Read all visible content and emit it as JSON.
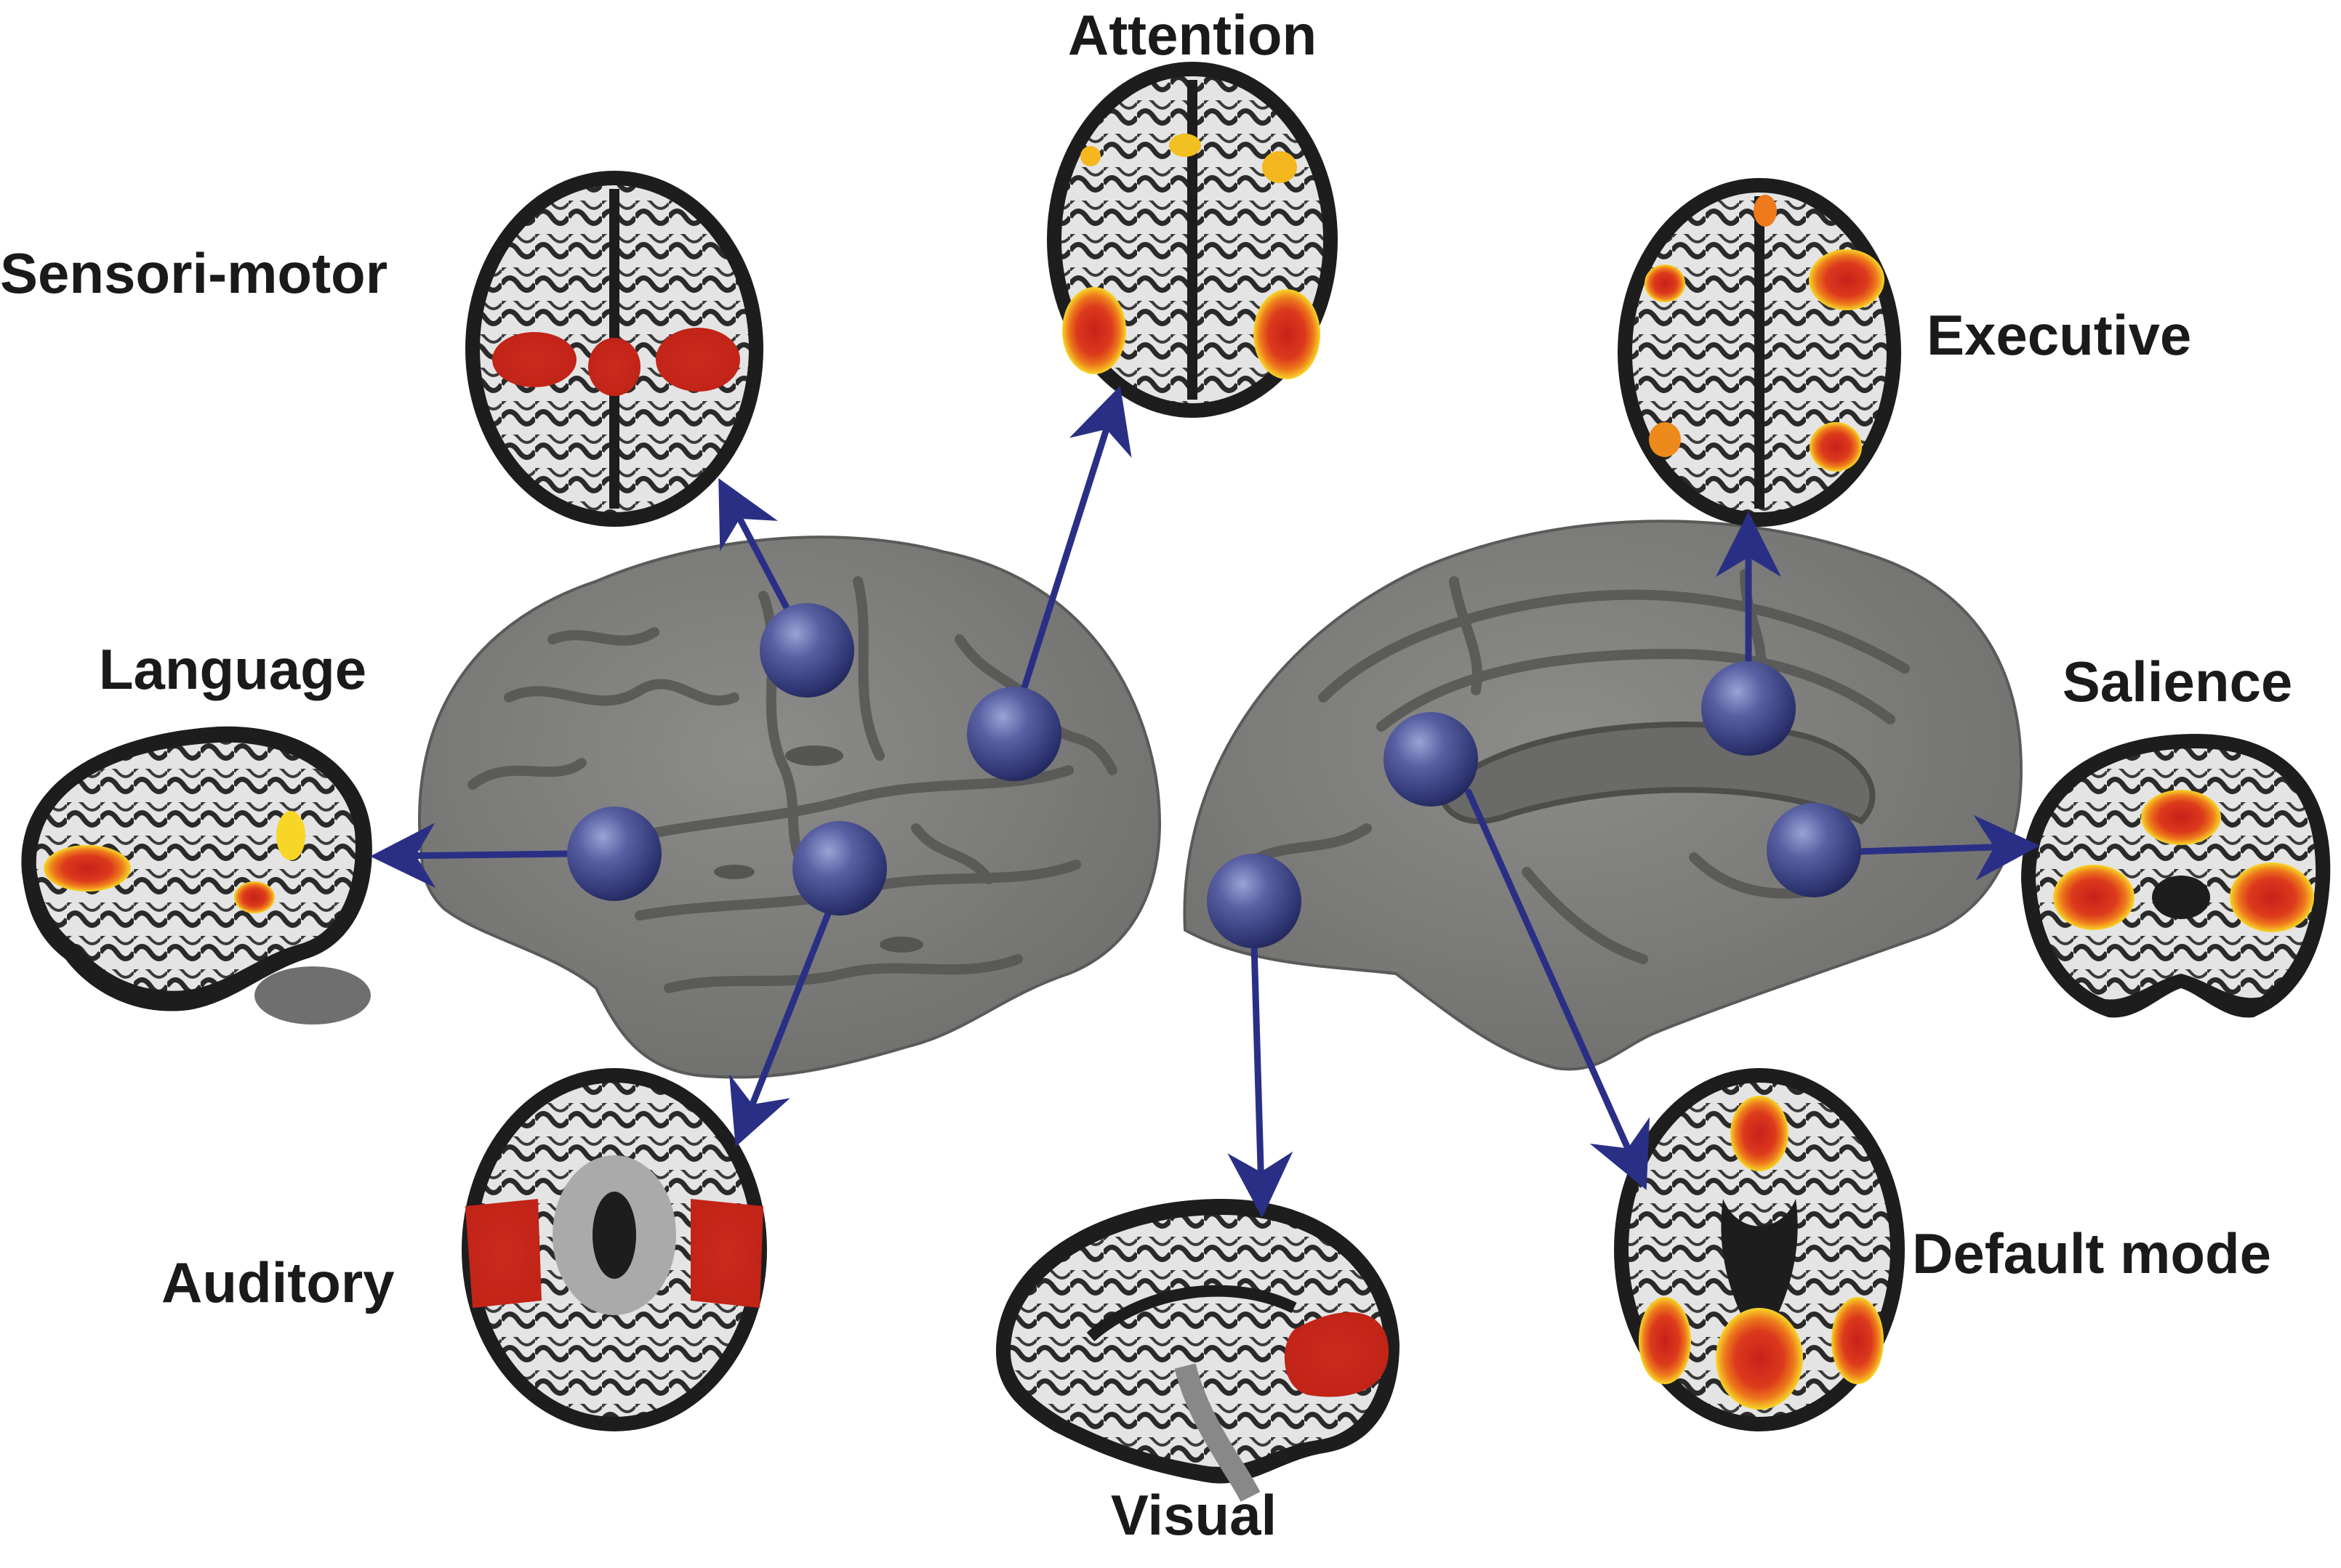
{
  "figure": {
    "networks": [
      {
        "id": "sensori-motor",
        "label": "Sensori-motor",
        "view": "axial",
        "activation": "bilateral central sulcus / midline"
      },
      {
        "id": "attention",
        "label": "Attention",
        "view": "axial",
        "activation": "bilateral frontal and parietal"
      },
      {
        "id": "executive",
        "label": "Executive",
        "view": "axial",
        "activation": "bilateral frontal and parietal"
      },
      {
        "id": "language",
        "label": "Language",
        "view": "sagittal",
        "activation": "frontal and temporal"
      },
      {
        "id": "salience",
        "label": "Salience",
        "view": "coronal",
        "activation": "anterior cingulate and bilateral insula"
      },
      {
        "id": "auditory",
        "label": "Auditory",
        "view": "axial",
        "activation": "bilateral superior temporal"
      },
      {
        "id": "visual",
        "label": "Visual",
        "view": "sagittal",
        "activation": "occipital"
      },
      {
        "id": "default-mode",
        "label": "Default mode",
        "view": "axial",
        "activation": "medial prefrontal and posterior cingulate"
      }
    ],
    "colors": {
      "background": "#ffffff",
      "label_text": "#1a1a1a",
      "arrow": "#2a2f86",
      "node": "#3d4584",
      "cortex": "#7e7e7c",
      "sulcus": "#555553",
      "slice_bg": "#202020",
      "white_matter": "#e6e6e6",
      "activation_red": "#d0281e",
      "activation_orange": "#ee7a1c",
      "activation_yellow": "#f7d628"
    }
  }
}
